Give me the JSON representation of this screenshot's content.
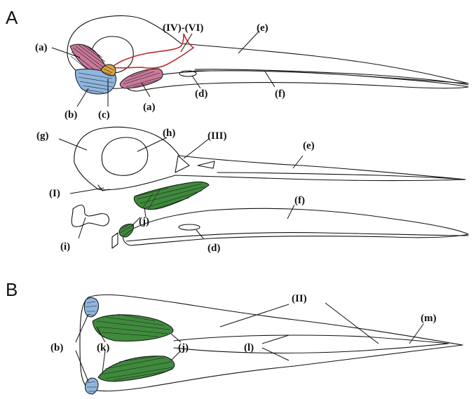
{
  "panels": {
    "a": "A",
    "b": "B"
  },
  "labels": {
    "a": "(a)",
    "a2": "(a)",
    "b": "(b)",
    "c": "(c)",
    "d": "(d)",
    "d2": "(d)",
    "e": "(e)",
    "e2": "(e)",
    "f": "(f)",
    "f2": "(f)",
    "g": "(g)",
    "h": "(h)",
    "i": "(i)",
    "j": "(j)",
    "j2": "(j)",
    "k": "(k)",
    "l": "(l)",
    "m": "(m)",
    "I": "(I)",
    "II": "(II)",
    "III": "(III)",
    "IV_VI": "(IV)-(VI)"
  },
  "colors": {
    "muscle_pink": "#c9799b",
    "muscle_blue": "#8fb6dd",
    "muscle_orange": "#d9a144",
    "muscle_green": "#3f8a3c",
    "muscle_green_light": "#4f9a47",
    "ligament_red": "#c0292b",
    "outline": "#111111"
  }
}
